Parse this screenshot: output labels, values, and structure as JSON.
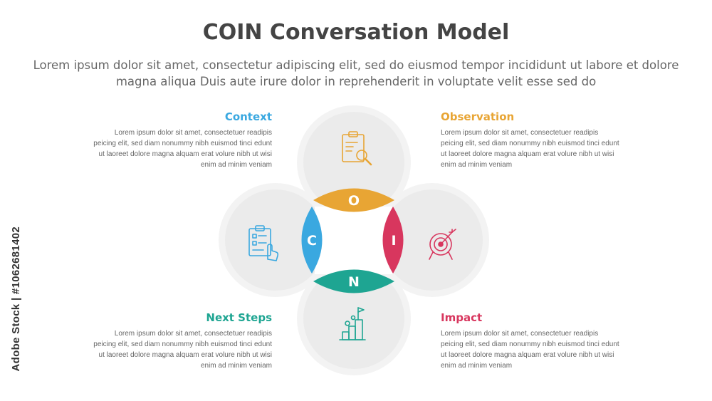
{
  "title": "COIN Conversation Model",
  "subtitle": "Lorem ipsum dolor sit amet, consectetur adipiscing elit, sed do eiusmod tempor incididunt ut labore et dolore magna aliqua Duis aute irure dolor in reprehenderit in voluptate velit esse sed do",
  "blocks": {
    "context": {
      "heading": "Context",
      "body": "Lorem ipsum dolor sit amet, consectetuer readipis peicing elit, sed diam nonummy nibh euismod tinci edunt ut laoreet dolore magna alquam erat volure nibh ut wisi enim ad minim veniam",
      "color": "#3aa8e0"
    },
    "observation": {
      "heading": "Observation",
      "body": "Lorem ipsum dolor sit amet, consectetuer readipis peicing elit, sed diam nonummy nibh euismod tinci edunt ut laoreet dolore magna alquam erat volure nibh ut wisi enim ad minim veniam",
      "color": "#e8a534"
    },
    "next_steps": {
      "heading": "Next Steps",
      "body": "Lorem ipsum dolor sit amet, consectetuer readipis peicing elit, sed diam nonummy nibh euismod tinci edunt ut laoreet dolore magna alquam erat volure nibh ut wisi enim ad minim veniam",
      "color": "#1ea592"
    },
    "impact": {
      "heading": "Impact",
      "body": "Lorem ipsum dolor sit amet, consectetuer readipis peicing elit, sed diam nonummy nibh euismod tinci edunt ut laoreet dolore magna alquam erat volure nibh ut wisi enim ad minim veniam",
      "color": "#d8365e"
    }
  },
  "diagram": {
    "letters": {
      "top": "O",
      "left": "C",
      "right": "I",
      "bottom": "N"
    },
    "icons": {
      "top": "clipboard-magnifier-icon",
      "left": "clipboard-hand-icon",
      "right": "target-arrow-icon",
      "bottom": "stairs-flag-icon"
    },
    "circle_fill": "#ebebeb",
    "circle_ring": "#f3f3f3"
  },
  "watermark": "Adobe Stock | #1062681402"
}
